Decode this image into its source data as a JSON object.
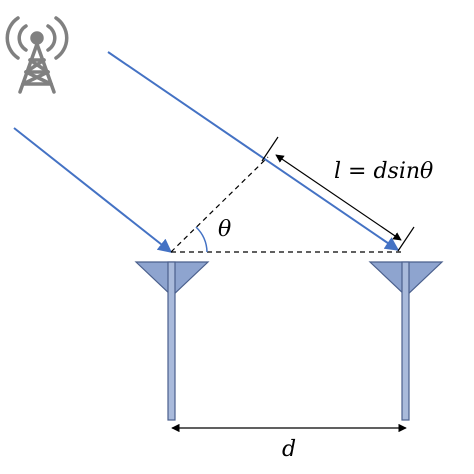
{
  "colors": {
    "wave": "#4472C4",
    "antenna_fill": "#8EA4CF",
    "antenna_stroke": "#4A5F8C",
    "tower": "#808080",
    "line": "#000000",
    "angle_arc": "#4472C4"
  },
  "icons": {
    "tower": "radio-tower-icon"
  },
  "labels": {
    "path_difference": "l = dsinθ",
    "angle": "θ",
    "spacing": "d"
  }
}
